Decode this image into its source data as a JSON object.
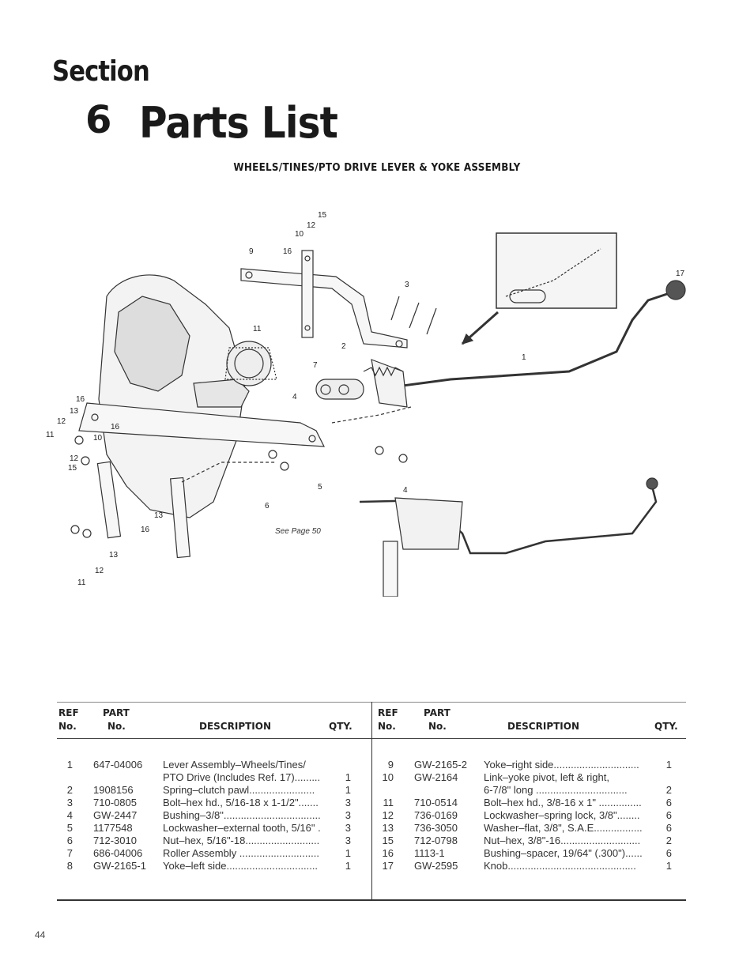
{
  "header": {
    "section_word": "Section",
    "section_number": "6",
    "title": "Parts List",
    "subtitle": "WHEELS/TINES/PTO DRIVE LEVER & YOKE ASSEMBLY"
  },
  "diagram": {
    "callouts": [
      "15",
      "12",
      "10",
      "9",
      "16",
      "11",
      "3",
      "2",
      "7",
      "1",
      "17",
      "4",
      "16",
      "13",
      "12",
      "11",
      "10",
      "16",
      "12",
      "15",
      "6",
      "5",
      "4",
      "13",
      "16",
      "13",
      "12",
      "11"
    ],
    "see_page": "See Page 50"
  },
  "table": {
    "headers": {
      "ref_top": "REF",
      "ref_bottom": "No.",
      "part_top": "PART",
      "part_bottom": "No.",
      "description": "DESCRIPTION",
      "qty": "QTY."
    },
    "left_rows": [
      {
        "ref": "1",
        "part": "647-04006",
        "desc": "Lever Assembly–Wheels/Tines/\nPTO Drive (Includes Ref. 17).........",
        "qty": "1"
      },
      {
        "ref": "2",
        "part": "1908156",
        "desc": "Spring–clutch pawl.......................",
        "qty": "1"
      },
      {
        "ref": "3",
        "part": "710-0805",
        "desc": "Bolt–hex hd., 5/16-18 x 1-1/2\".......",
        "qty": "3"
      },
      {
        "ref": "4",
        "part": "GW-2447",
        "desc": "Bushing–3/8\"..................................",
        "qty": "3"
      },
      {
        "ref": "5",
        "part": "1177548",
        "desc": "Lockwasher–external tooth, 5/16\" .",
        "qty": "3"
      },
      {
        "ref": "6",
        "part": "712-3010",
        "desc": "Nut–hex, 5/16\"-18..........................",
        "qty": "3"
      },
      {
        "ref": "7",
        "part": "686-04006",
        "desc": "Roller Assembly ............................",
        "qty": "1"
      },
      {
        "ref": "8",
        "part": "GW-2165-1",
        "desc": "Yoke–left side................................",
        "qty": "1"
      }
    ],
    "right_rows": [
      {
        "ref": "9",
        "part": "GW-2165-2",
        "desc": "Yoke–right side..............................",
        "qty": "1"
      },
      {
        "ref": "10",
        "part": "GW-2164",
        "desc": "Link–yoke pivot, left & right,\n    6-7/8\" long ................................",
        "qty": "2"
      },
      {
        "ref": "11",
        "part": "710-0514",
        "desc": "Bolt–hex hd., 3/8-16 x 1\" ...............",
        "qty": "6"
      },
      {
        "ref": "12",
        "part": "736-0169",
        "desc": "Lockwasher–spring lock, 3/8\"........",
        "qty": "6"
      },
      {
        "ref": "13",
        "part": "736-3050",
        "desc": "Washer–flat, 3/8\", S.A.E.................",
        "qty": "6"
      },
      {
        "ref": "15",
        "part": "712-0798",
        "desc": "Nut–hex, 3/8\"-16............................",
        "qty": "2"
      },
      {
        "ref": "16",
        "part": "1113-1",
        "desc": "Bushing–spacer, 19/64\" (.300\")......",
        "qty": "6"
      },
      {
        "ref": "17",
        "part": "GW-2595",
        "desc": "Knob.............................................",
        "qty": "1"
      }
    ]
  },
  "footer": {
    "page_number": "44"
  }
}
